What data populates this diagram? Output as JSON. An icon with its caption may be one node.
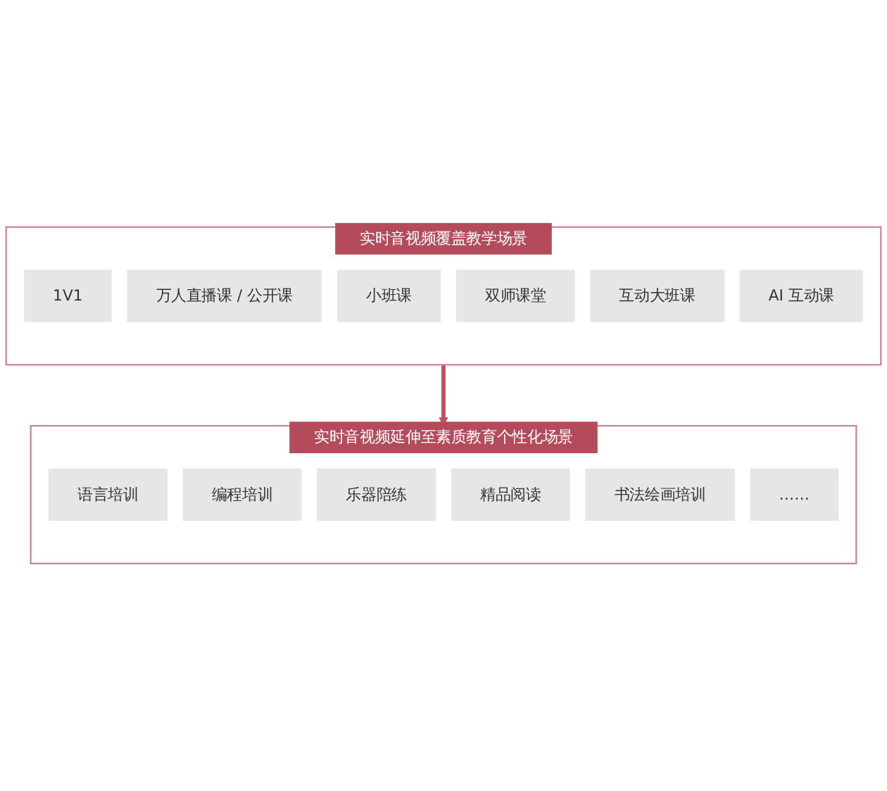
{
  "diagram": {
    "nodes": [
      {
        "text": [
          "实时音视频覆盖教学场景"
        ]
      },
      {
        "text": [
          "1V1"
        ],
        "in": 0
      },
      {
        "text": [
          "万人直播课 / 公开课"
        ],
        "in": 0
      },
      {
        "text": [
          "小班课"
        ],
        "in": 0
      },
      {
        "text": [
          "双师课堂"
        ],
        "in": 0
      },
      {
        "text": [
          "互动大班课"
        ],
        "in": 0
      },
      {
        "text": [
          "AI 互动课"
        ],
        "in": 0
      },
      {
        "text": [
          "实时音视频延伸至素质教育个性化场景"
        ]
      },
      {
        "text": [
          "语言培训"
        ],
        "in": 7
      },
      {
        "text": [
          "编程培训"
        ],
        "in": 7
      },
      {
        "text": [
          "乐器陪练"
        ],
        "in": 7
      },
      {
        "text": [
          "精品阅读"
        ],
        "in": 7
      },
      {
        "text": [
          "书法绘画培训"
        ],
        "in": 7
      },
      {
        "text": [
          "……"
        ],
        "in": 7
      }
    ],
    "edges": [
      {
        "from": 0,
        "to": 7,
        "arrow": "to"
      }
    ]
  }
}
